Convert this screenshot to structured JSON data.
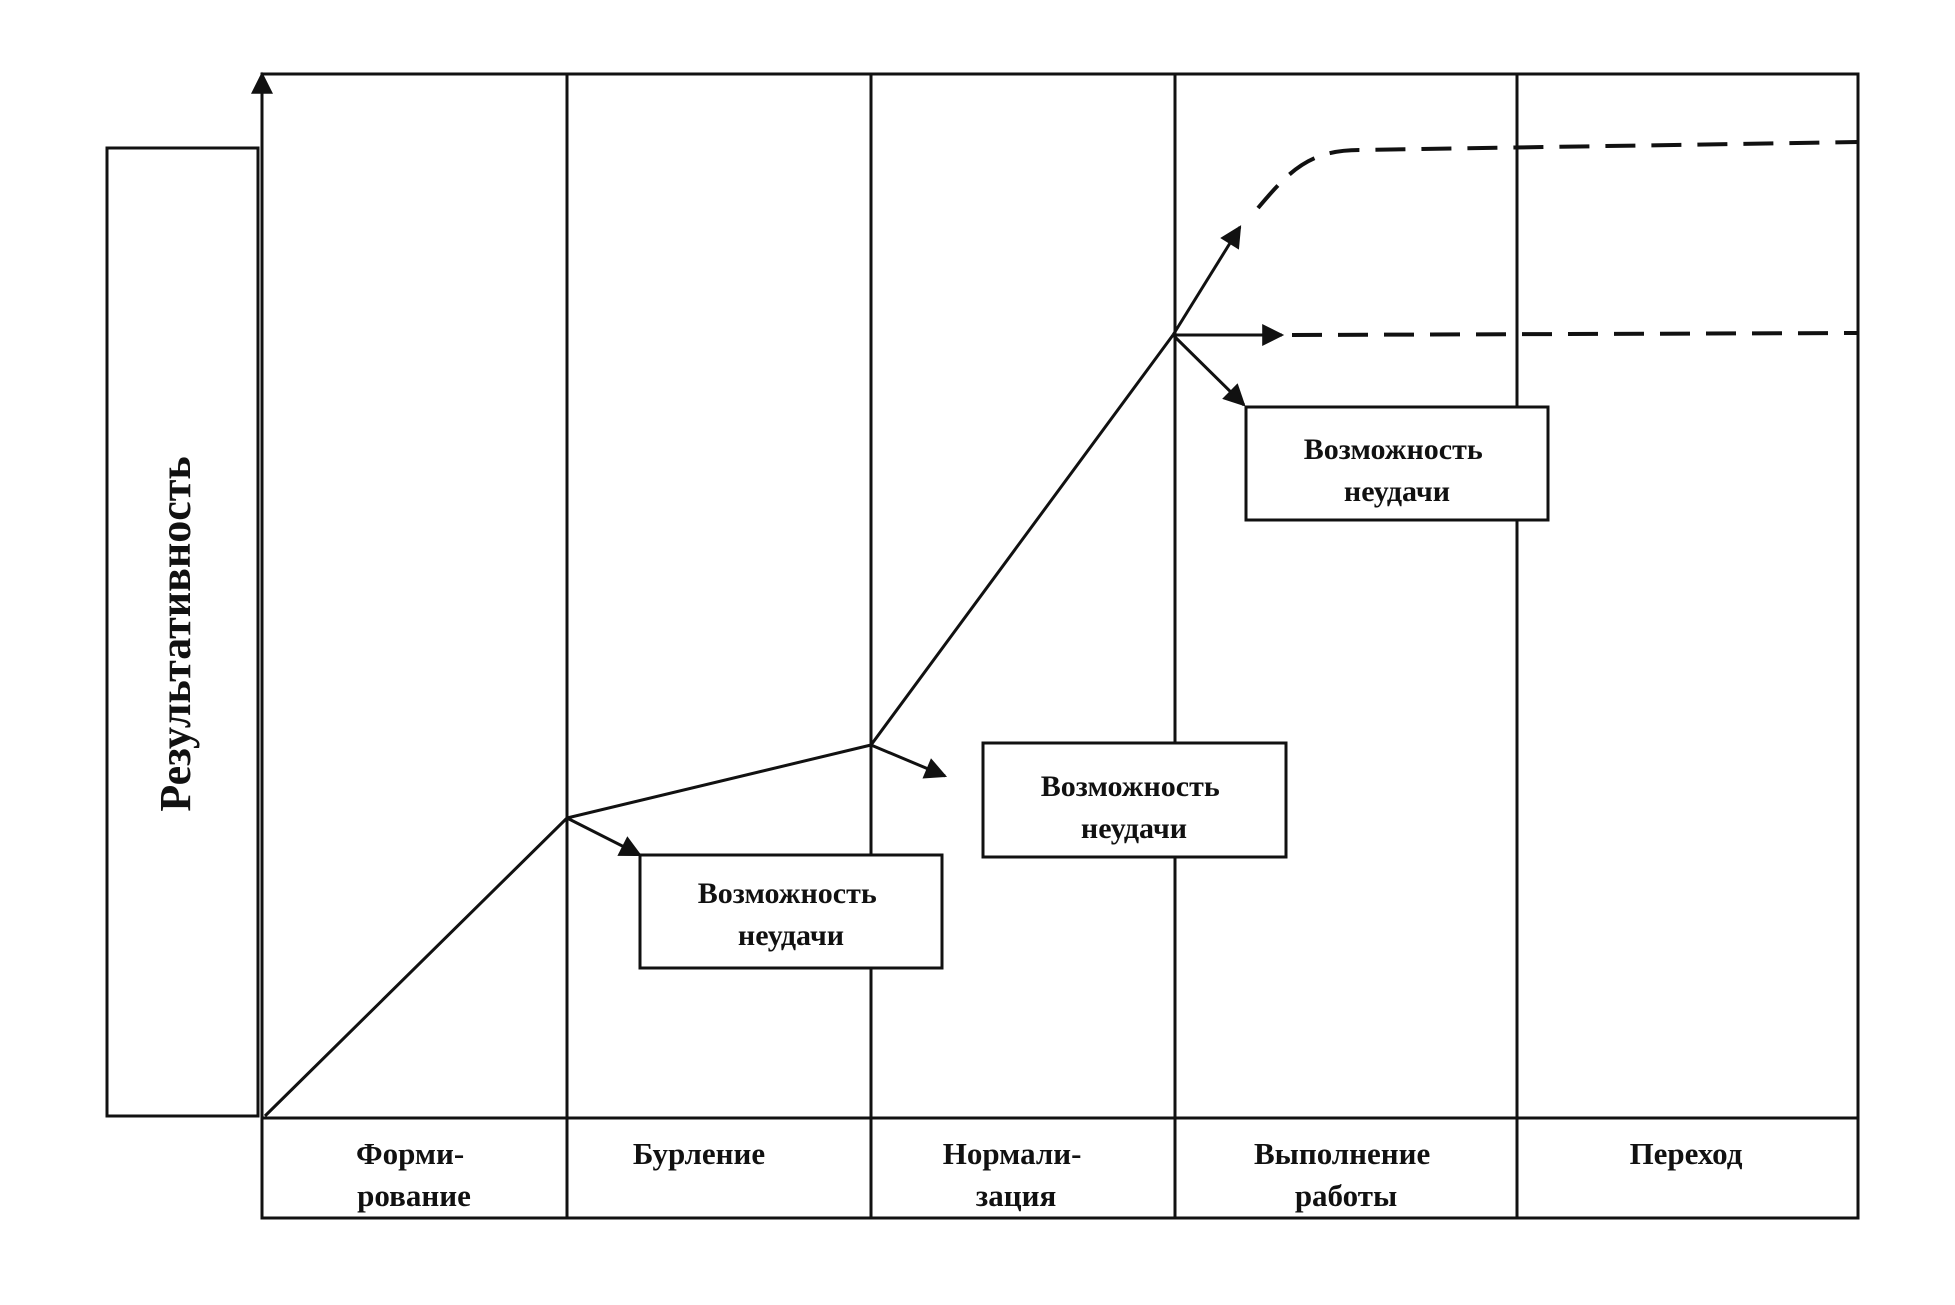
{
  "y_axis_label": "Результативность",
  "stages": [
    {
      "line1": "Форми-",
      "line2": "рование"
    },
    {
      "line1": "Бурление",
      "line2": ""
    },
    {
      "line1": "Нормали-",
      "line2": "зация"
    },
    {
      "line1": "Выполнение",
      "line2": "работы"
    },
    {
      "line1": "Переход",
      "line2": ""
    }
  ],
  "failure_boxes": [
    {
      "line1": "Возможность",
      "line2": "неудачи"
    },
    {
      "line1": "Возможность",
      "line2": "неудачи"
    },
    {
      "line1": "Возможность",
      "line2": "неудачи"
    }
  ],
  "colors": {
    "line": "#111111",
    "background": "#ffffff"
  }
}
